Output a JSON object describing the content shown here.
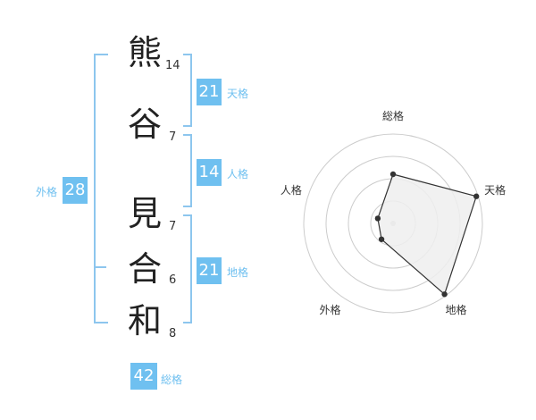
{
  "name": {
    "chars": [
      {
        "char": "熊",
        "strokes": "14"
      },
      {
        "char": "谷",
        "strokes": "7"
      },
      {
        "char": "見",
        "strokes": "7"
      },
      {
        "char": "合",
        "strokes": "6"
      },
      {
        "char": "和",
        "strokes": "8"
      }
    ]
  },
  "kakusu": {
    "tenkaku": {
      "value": "21",
      "label": "天格"
    },
    "jinkaku": {
      "value": "14",
      "label": "人格"
    },
    "chikaku": {
      "value": "21",
      "label": "地格"
    },
    "gaikaku": {
      "value": "28",
      "label": "外格"
    },
    "soukaku": {
      "value": "42",
      "label": "総格"
    }
  },
  "colors": {
    "accent": "#6fc0f0",
    "bracket": "#8dc6ee",
    "text": "#222222",
    "radar_fill": "#eeeeee",
    "radar_stroke": "#333333",
    "grid": "#cccccc"
  },
  "chart_data": {
    "type": "radar",
    "axes": [
      "総格",
      "天格",
      "地格",
      "外格",
      "人格"
    ],
    "values": [
      0.55,
      0.98,
      0.98,
      0.22,
      0.18
    ],
    "rmax": 1,
    "rings": 4
  }
}
